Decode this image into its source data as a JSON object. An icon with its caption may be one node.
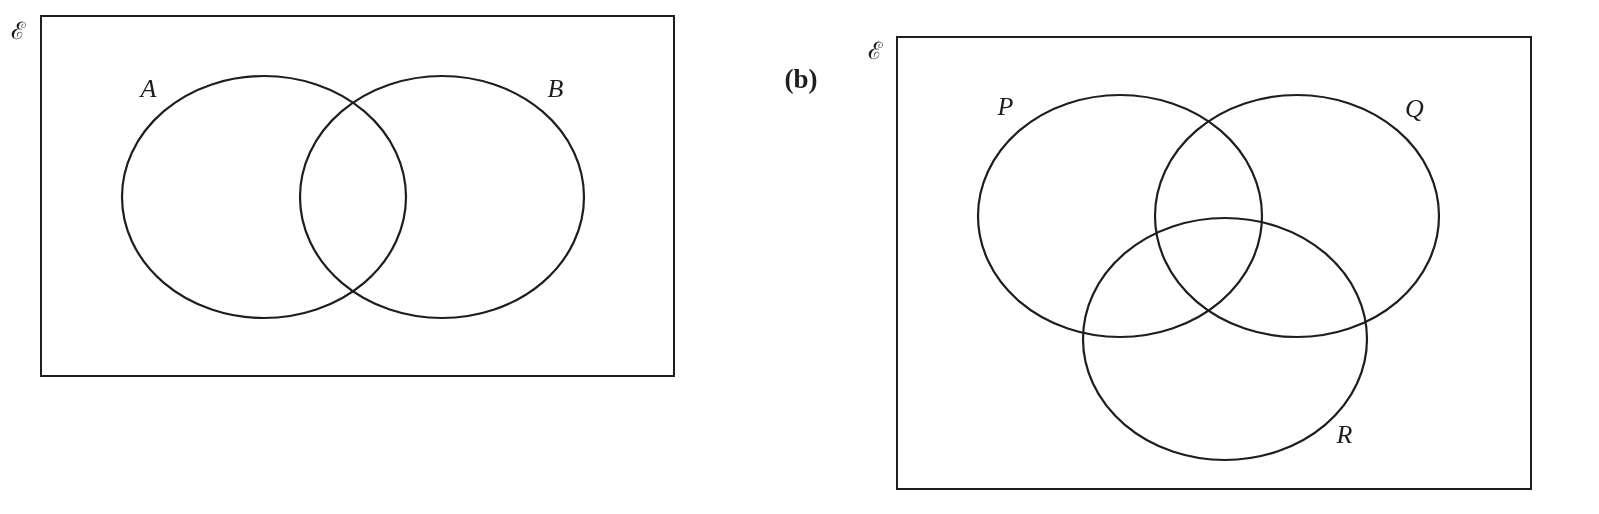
{
  "diagram": {
    "nodes": [
      {
        "text": [
          "ℰ"
        ]
      },
      {
        "text": [
          "A"
        ],
        "in": 0
      },
      {
        "text": [
          "B"
        ],
        "in": 0
      },
      {
        "text": [
          "ℰ"
        ]
      },
      {
        "text": [
          "P"
        ],
        "in": 3
      },
      {
        "text": [
          "Q"
        ],
        "in": 3
      },
      {
        "text": [
          "R"
        ],
        "in": 3
      }
    ],
    "labels": [
      "(b)"
    ]
  }
}
